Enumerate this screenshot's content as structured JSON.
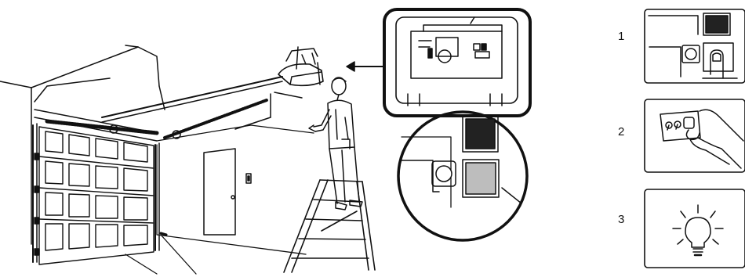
{
  "steps": [
    {
      "number": "1",
      "icon": "learn-button-press-icon"
    },
    {
      "number": "2",
      "icon": "remote-button-press-icon"
    },
    {
      "number": "3",
      "icon": "light-bulb-blink-icon"
    }
  ],
  "colors": {
    "line": "#111111",
    "learn_indicator": "#222222",
    "learn_button": "#bdbdbd",
    "background": "#ffffff"
  }
}
